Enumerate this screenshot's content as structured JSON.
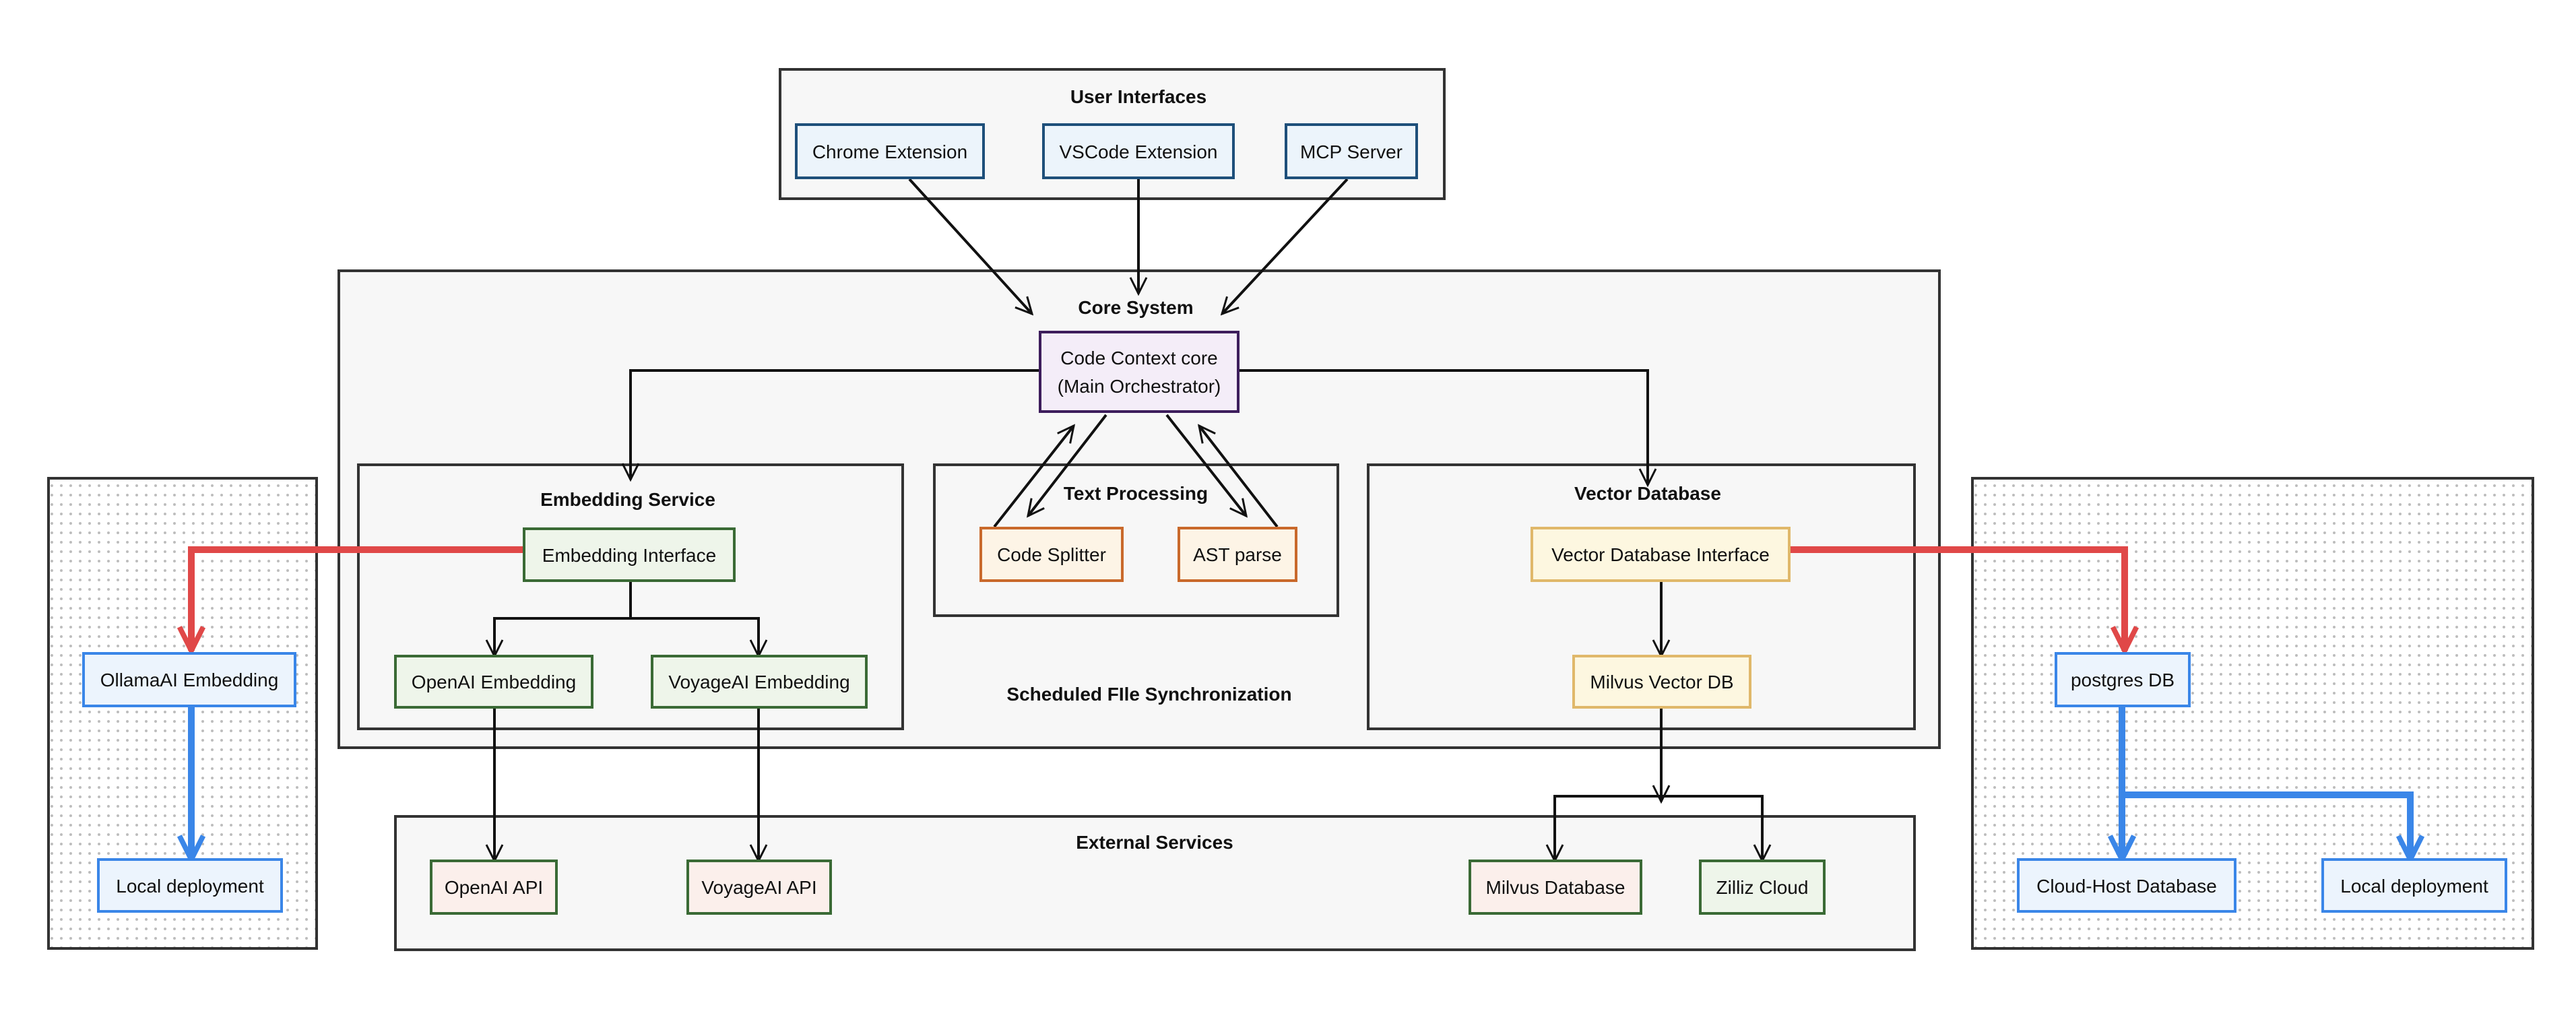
{
  "groups": {
    "user_interfaces": "User Interfaces",
    "core_system": "Core System",
    "embedding_service": "Embedding Service",
    "text_processing": "Text Processing",
    "vector_database": "Vector Database",
    "external_services": "External Services"
  },
  "nodes": {
    "chrome_extension": "Chrome Extension",
    "vscode_extension": "VSCode Extension",
    "mcp_server": "MCP Server",
    "core_line1": "Code Context core",
    "core_line2": "(Main Orchestrator)",
    "embedding_interface": "Embedding Interface",
    "openai_embedding": "OpenAI Embedding",
    "voyageai_embedding": "VoyageAI Embedding",
    "code_splitter": "Code Splitter",
    "ast_parse": "AST parse",
    "vector_db_interface": "Vector Database Interface",
    "milvus_vector_db": "Milvus Vector DB",
    "openai_api": "OpenAI API",
    "voyageai_api": "VoyageAI API",
    "milvus_database": "Milvus Database",
    "zilliz_cloud": "Zilliz Cloud",
    "ollamaai_embedding": "OllamaAI Embedding",
    "local_deployment_left": "Local deployment",
    "postgres_db": "postgres DB",
    "cloud_host_database": "Cloud-Host Database",
    "local_deployment_right": "Local deployment"
  },
  "labels": {
    "scheduled_sync": "Scheduled FIle Synchronization"
  },
  "colors": {
    "edge_default": "#111111",
    "edge_extension_red": "#e04848",
    "edge_extension_blue": "#3a86e8"
  }
}
